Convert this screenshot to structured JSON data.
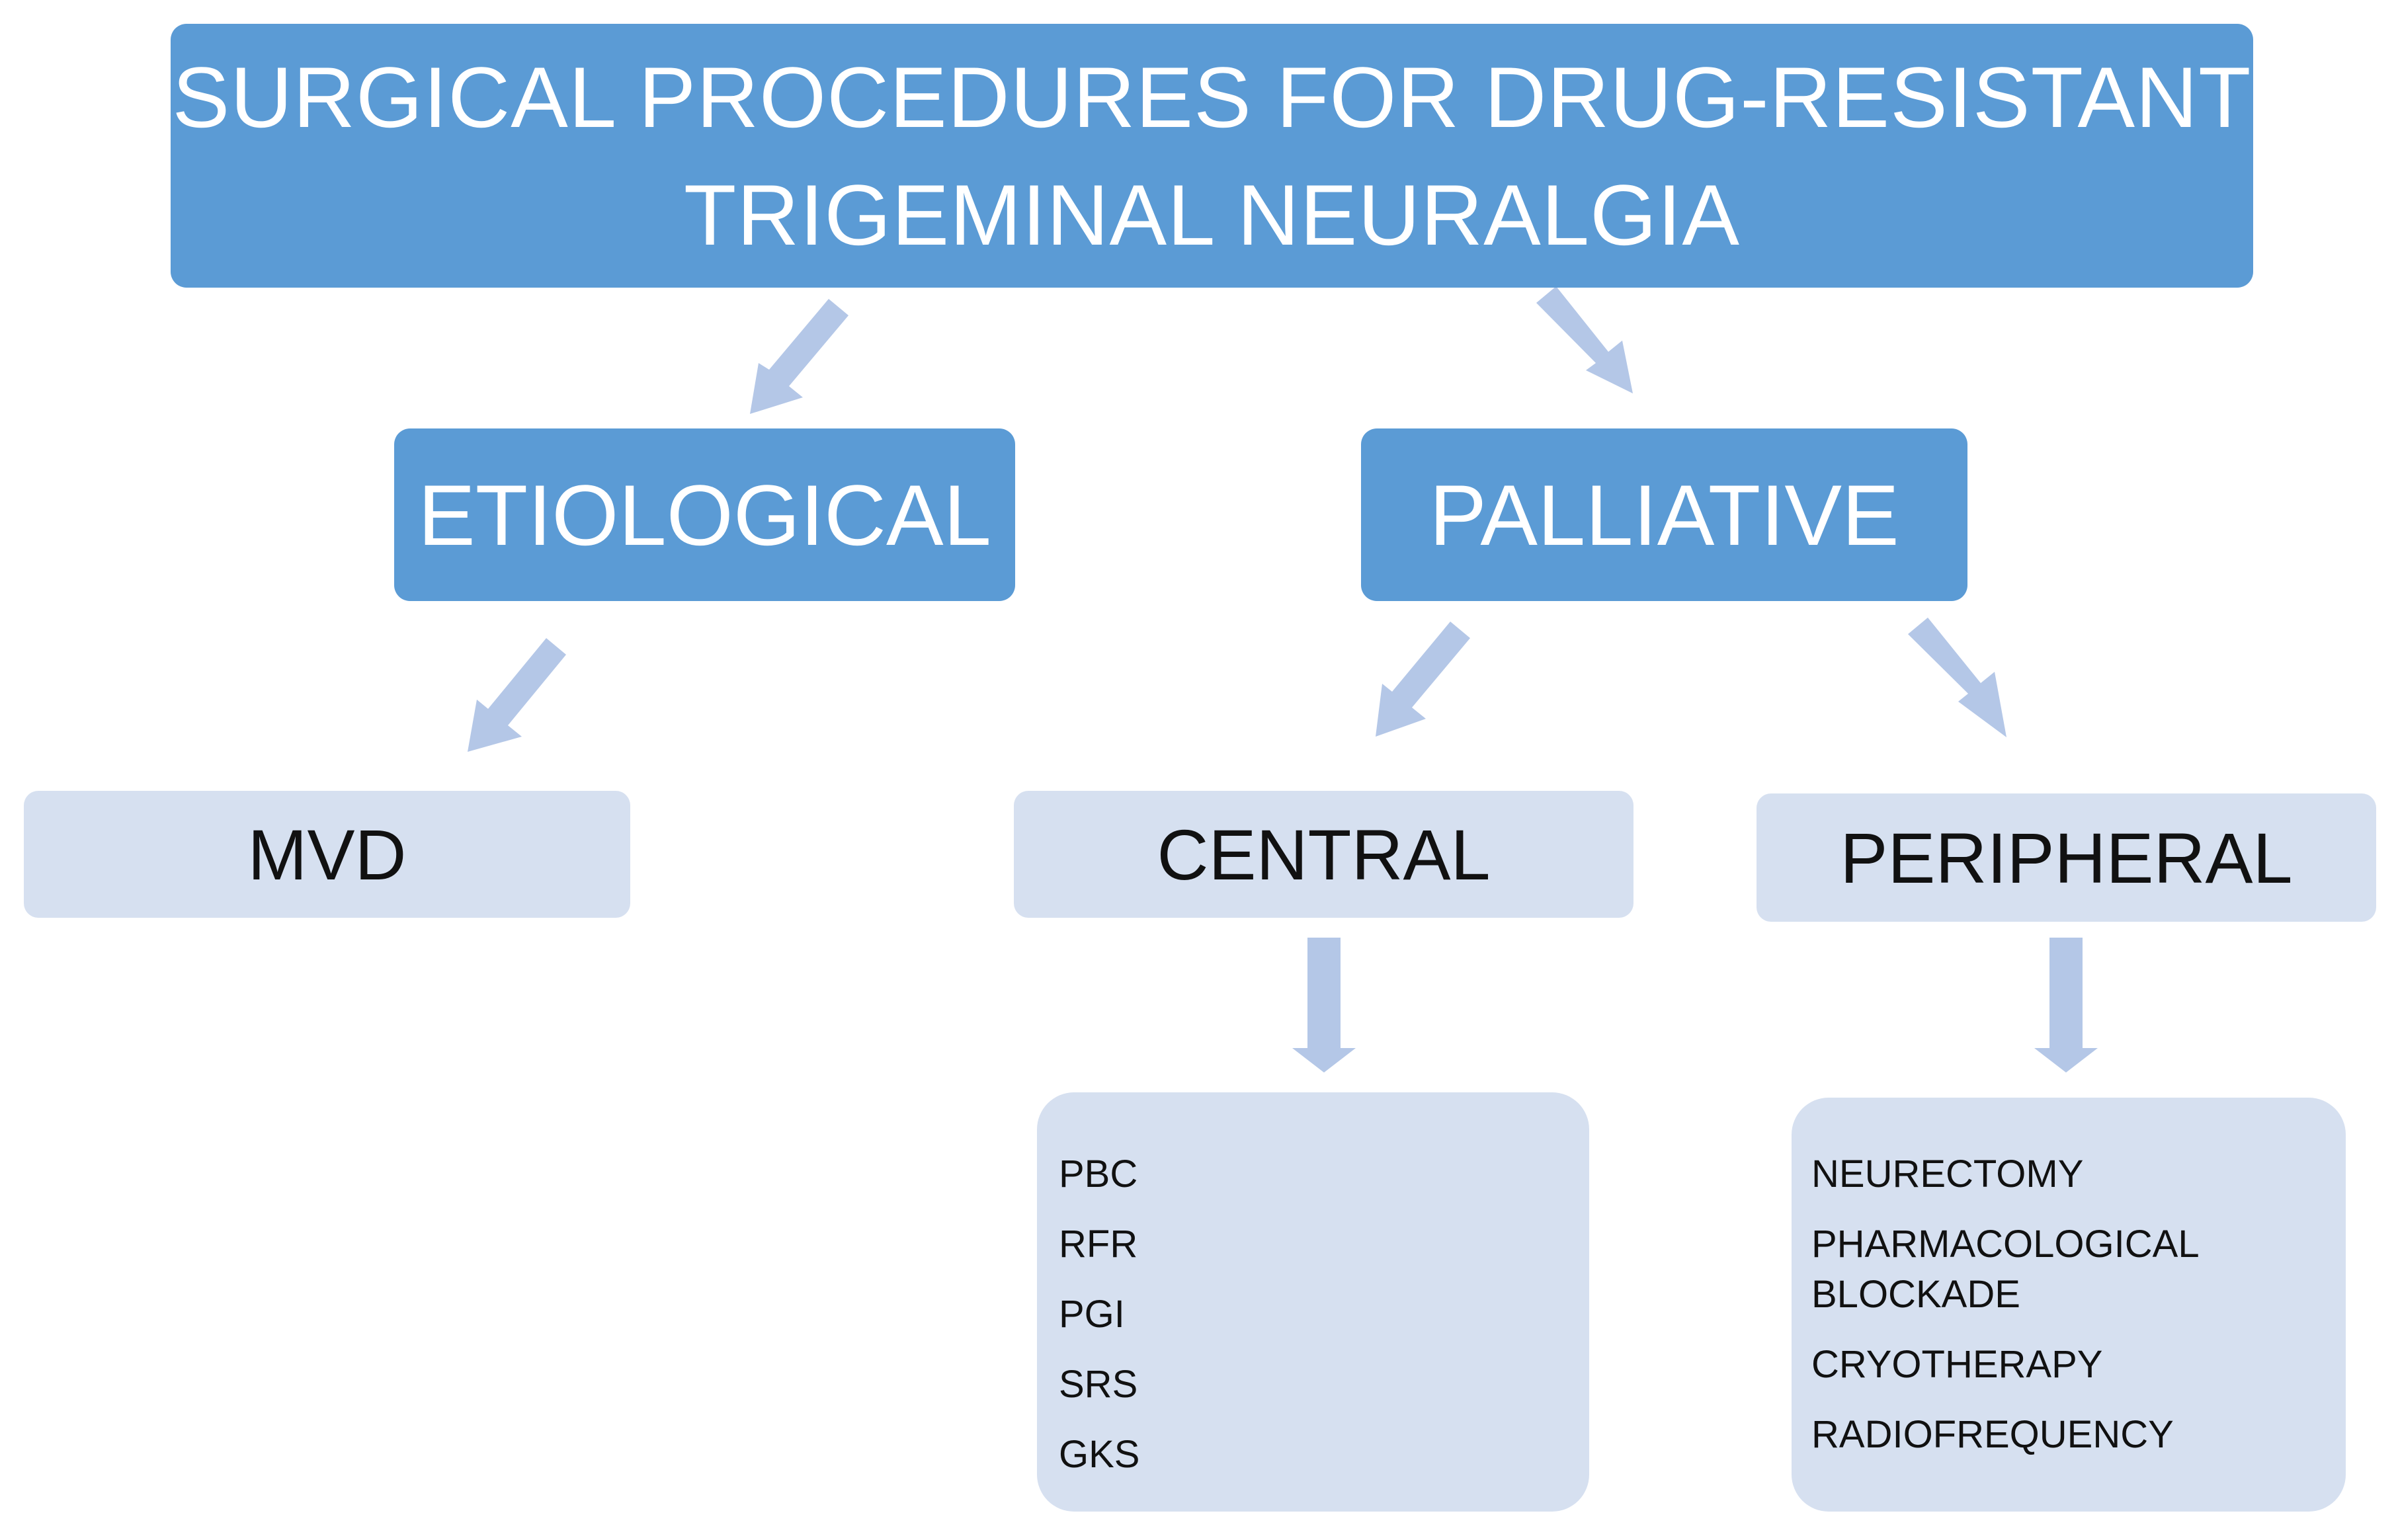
{
  "colors": {
    "primary_box": "#5b9bd5",
    "secondary_box": "#d6e0f0",
    "arrow": "#b4c7e7",
    "primary_text": "#ffffff",
    "secondary_text": "#111111"
  },
  "title": {
    "line1": "SURGICAL PROCEDURES FOR DRUG-RESISTANT",
    "line2": "TRIGEMINAL NEURALGIA"
  },
  "level1": {
    "etiological": "ETIOLOGICAL",
    "palliative": "PALLIATIVE"
  },
  "level2": {
    "mvd": "MVD",
    "central": "CENTRAL",
    "peripheral": "PERIPHERAL"
  },
  "central_list": [
    "PBC",
    "RFR",
    "PGI",
    "SRS",
    "GKS"
  ],
  "peripheral_list": [
    "NEURECTOMY",
    "PHARMACOLOGICAL BLOCKADE",
    "CRYOTHERAPY",
    "RADIOFREQUENCY"
  ]
}
